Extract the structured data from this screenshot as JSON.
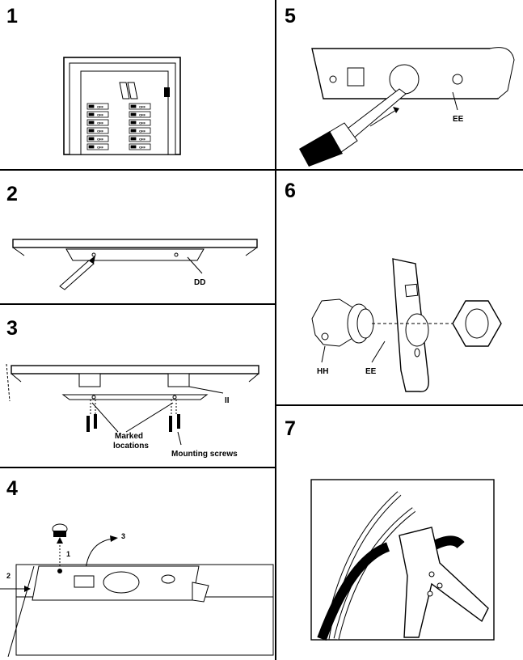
{
  "steps": [
    {
      "number": "1"
    },
    {
      "number": "2",
      "labels": {
        "dd": "DD"
      }
    },
    {
      "number": "3",
      "labels": {
        "ii": "II",
        "marked": "Marked",
        "locations": "locations",
        "mounting_screws": "Mounting screws"
      }
    },
    {
      "number": "4",
      "labels": {
        "arrow_1": "1",
        "arrow_2": "2",
        "arrow_3": "3"
      }
    },
    {
      "number": "5",
      "labels": {
        "ee": "EE"
      }
    },
    {
      "number": "6",
      "labels": {
        "hh": "HH",
        "ee": "EE"
      }
    },
    {
      "number": "7"
    }
  ],
  "breaker_labels": {
    "off": "OFF"
  }
}
